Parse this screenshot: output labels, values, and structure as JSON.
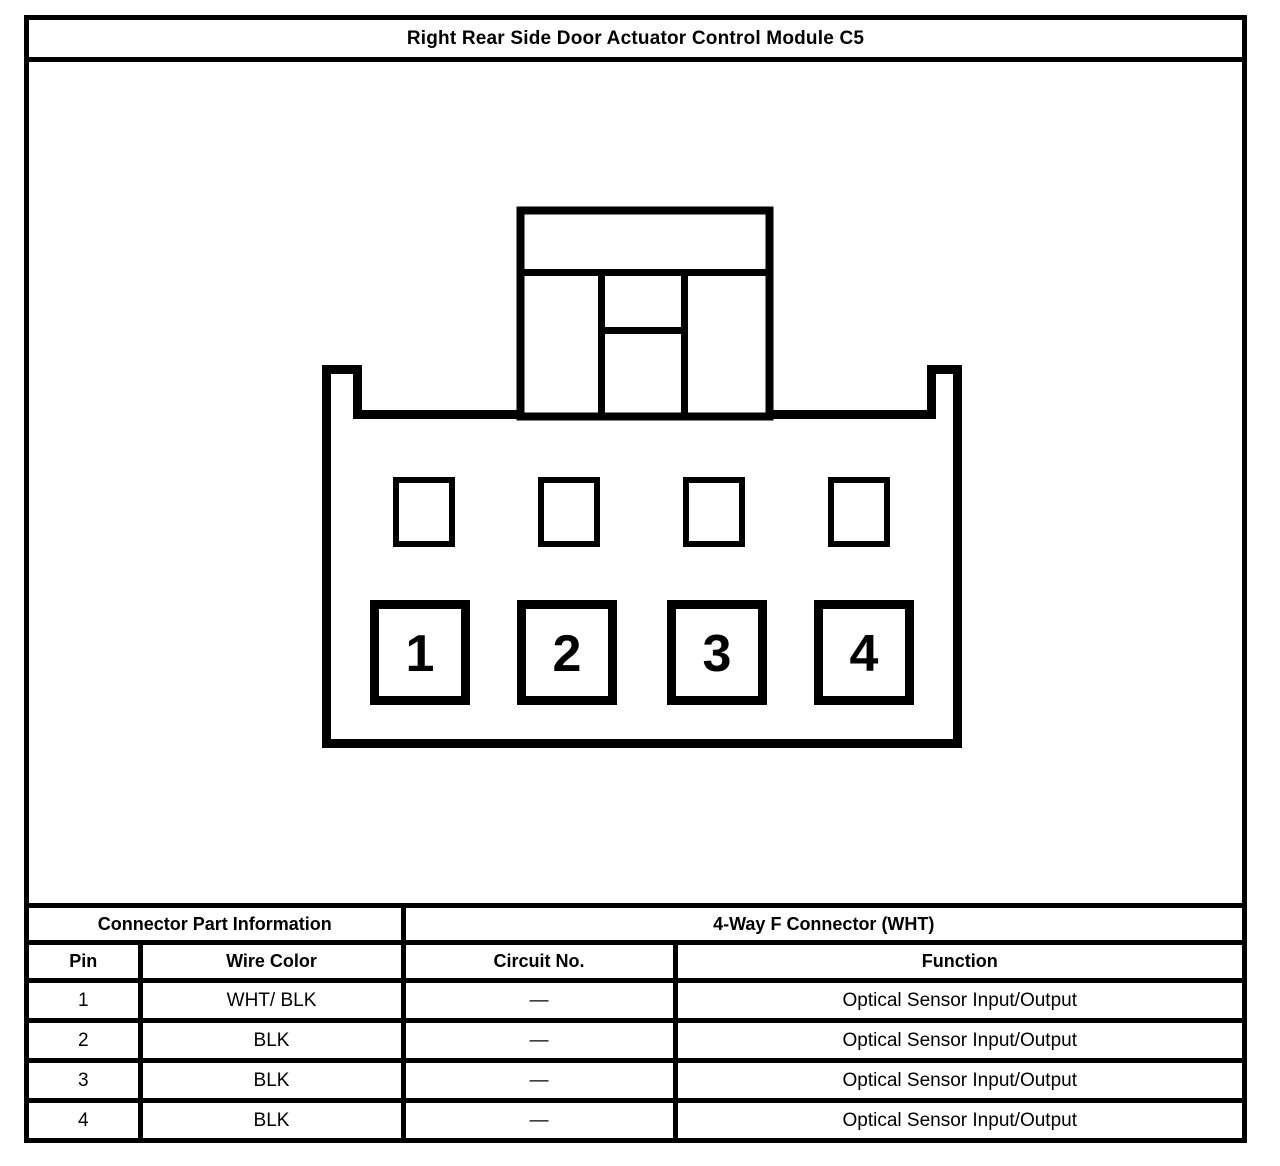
{
  "title": "Right Rear Side Door Actuator Control Module C5",
  "connector": {
    "description": "4-way female connector face view with lock tab",
    "pins": [
      "1",
      "2",
      "3",
      "4"
    ]
  },
  "table": {
    "part_info": {
      "label": "Connector Part Information",
      "value": "4-Way F Connector (WHT)"
    },
    "headers": {
      "pin": "Pin",
      "wire_color": "Wire Color",
      "circuit_no": "Circuit No.",
      "function": "Function"
    },
    "rows": [
      {
        "pin": "1",
        "wire_color": "WHT/ BLK",
        "circuit_no": "—",
        "function": "Optical Sensor Input/Output"
      },
      {
        "pin": "2",
        "wire_color": "BLK",
        "circuit_no": "—",
        "function": "Optical Sensor Input/Output"
      },
      {
        "pin": "3",
        "wire_color": "BLK",
        "circuit_no": "—",
        "function": "Optical Sensor Input/Output"
      },
      {
        "pin": "4",
        "wire_color": "BLK",
        "circuit_no": "—",
        "function": "Optical Sensor Input/Output"
      }
    ]
  },
  "colors": {
    "line": "#000000",
    "background": "#ffffff"
  }
}
